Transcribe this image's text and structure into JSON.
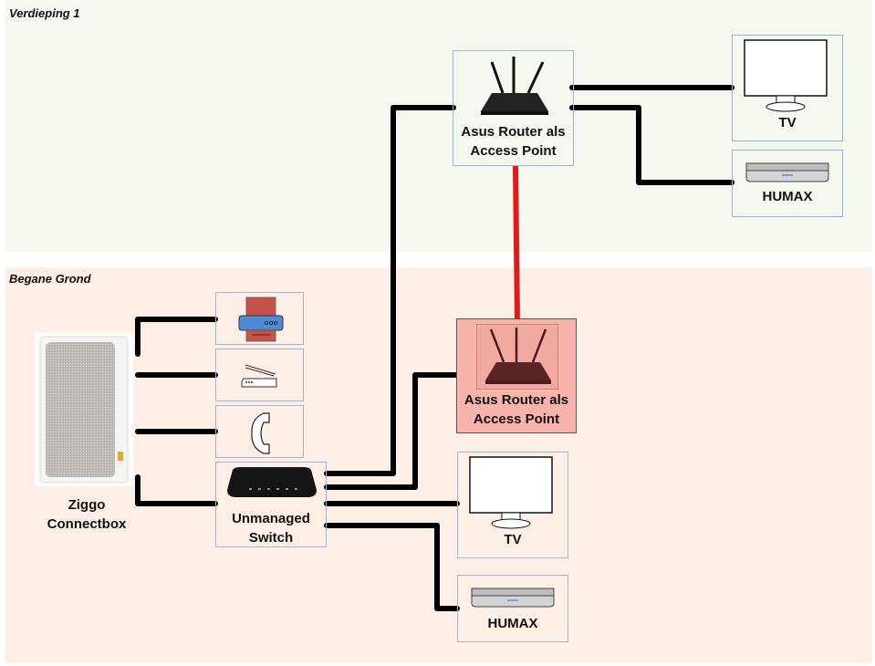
{
  "zones": {
    "top": {
      "label": "Verdieping 1",
      "color": "#f5f8ef"
    },
    "bottom": {
      "label": "Begane Grond",
      "color": "#fdeee6"
    }
  },
  "devices": {
    "ap_top": {
      "label": "Asus Router als Access Point",
      "line1": "Asus Router als",
      "line2": "Access Point",
      "icon": "router-icon"
    },
    "tv_top": {
      "label": "TV",
      "icon": "tv-icon"
    },
    "humax_top": {
      "label": "HUMAX",
      "icon": "settop-box-icon"
    },
    "connectbox": {
      "line1": "Ziggo",
      "line2": "Connectbox",
      "icon": "modem-icon"
    },
    "printer": {
      "icon": "printer-icon"
    },
    "scanner": {
      "icon": "scanner-icon"
    },
    "phone": {
      "icon": "telephone-icon"
    },
    "switch": {
      "line1": "Unmanaged",
      "line2": "Switch",
      "icon": "switch-icon"
    },
    "ap_bottom": {
      "line1": "Asus Router als",
      "line2": "Access Point",
      "icon": "router-icon",
      "highlight": "#f7b3ac"
    },
    "tv_bottom": {
      "label": "TV",
      "icon": "tv-icon"
    },
    "humax_bottom": {
      "label": "HUMAX",
      "icon": "settop-box-icon"
    }
  },
  "connections": {
    "wired_color": "#000000",
    "wireless_link_color": "#e01b1b"
  }
}
